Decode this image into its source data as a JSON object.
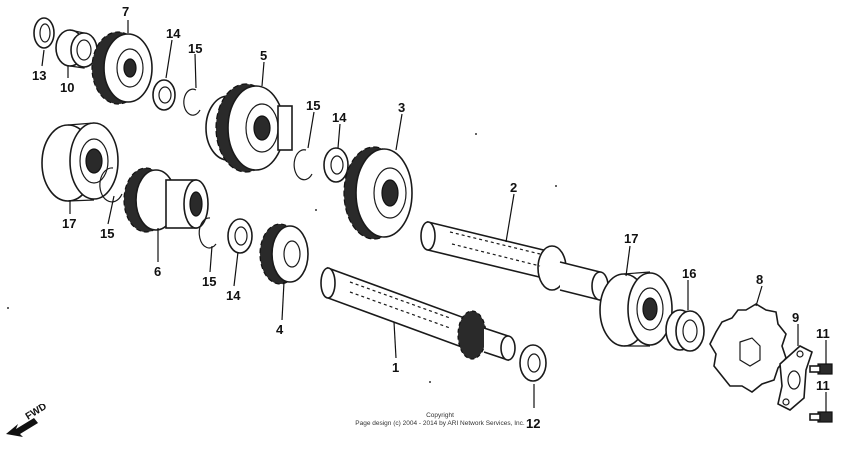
{
  "diagram": {
    "callouts": [
      "1",
      "2",
      "3",
      "4",
      "5",
      "6",
      "7",
      "8",
      "9",
      "10",
      "11",
      "12",
      "13",
      "14",
      "15",
      "16",
      "17"
    ],
    "fwd_label": "FWD",
    "copyright_line1": "Copyright",
    "copyright_line2": "Page design (c) 2004 - 2014 by ARI Network Services, Inc."
  }
}
